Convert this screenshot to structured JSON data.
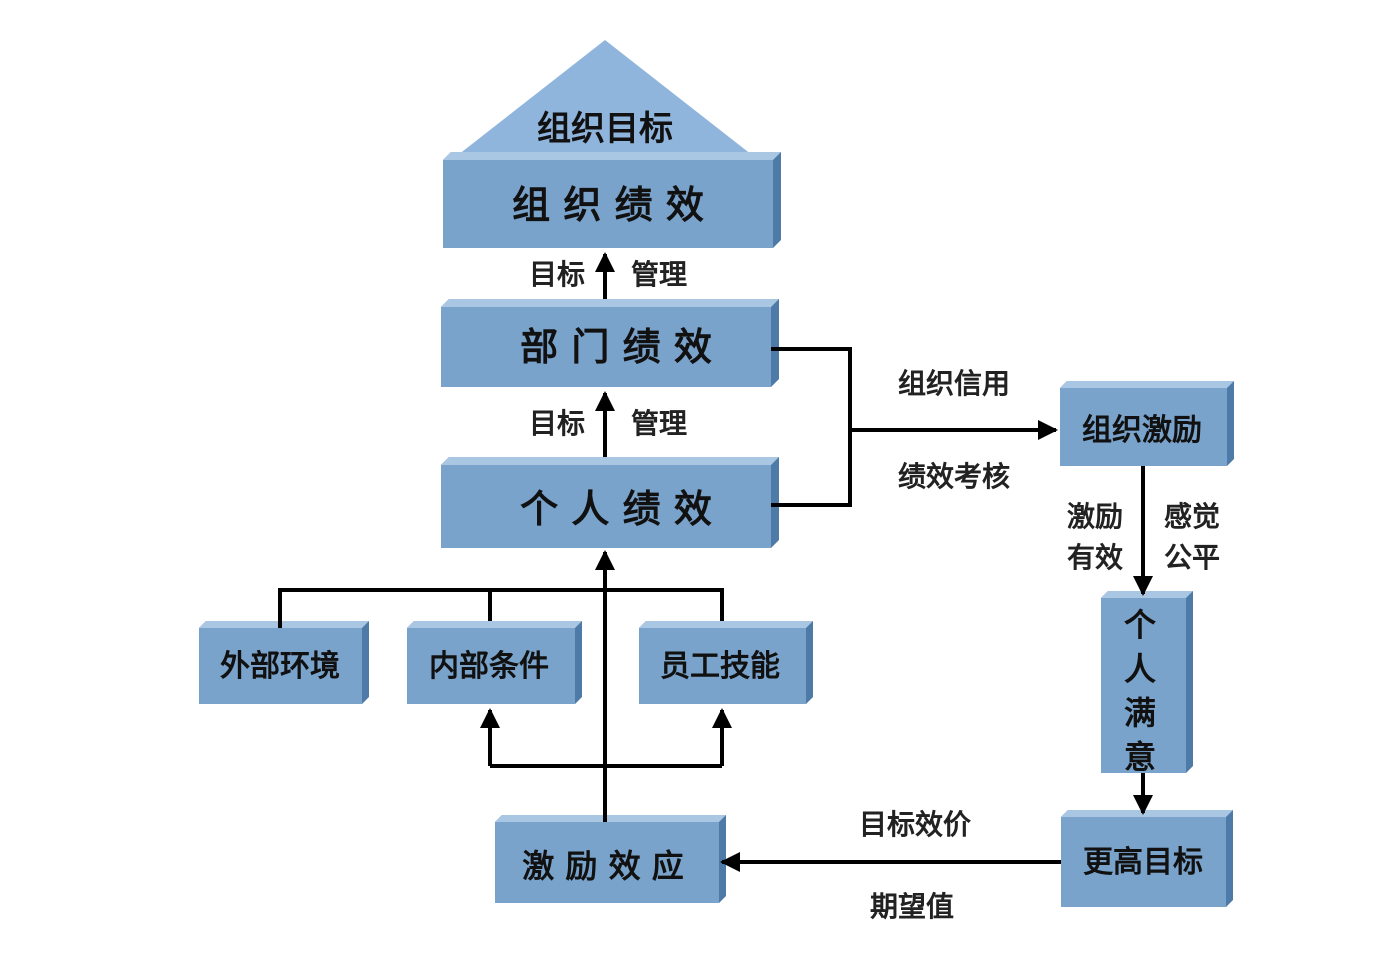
{
  "colors": {
    "box_front": "#7aa3cc",
    "box_top": "#a9c6e2",
    "box_side": "#4e7aa8",
    "roof": "#8fb5dc",
    "line": "#000000"
  },
  "nodes": {
    "roof": "组织目标",
    "org_perf": "组 织 绩 效",
    "dept_perf": "部 门 绩 效",
    "indiv_perf": "个 人 绩 效",
    "ext_env": "外部环境",
    "int_cond": "内部条件",
    "skills": "员工技能",
    "motivation_effect": "激 励 效 应",
    "org_incentive": "组织激励",
    "satisfaction": [
      "个",
      "人",
      "满",
      "意"
    ],
    "higher_goal": "更高目标"
  },
  "edges": {
    "upper_goal": "目标",
    "upper_mgmt": "管理",
    "lower_goal": "目标",
    "lower_mgmt": "管理",
    "credit": "组织信用",
    "appraisal": "绩效考核",
    "incentive_a": "激励",
    "incentive_b": "有效",
    "fair_a": "感觉",
    "fair_b": "公平",
    "valence": "目标效价",
    "expectancy": "期望值"
  }
}
